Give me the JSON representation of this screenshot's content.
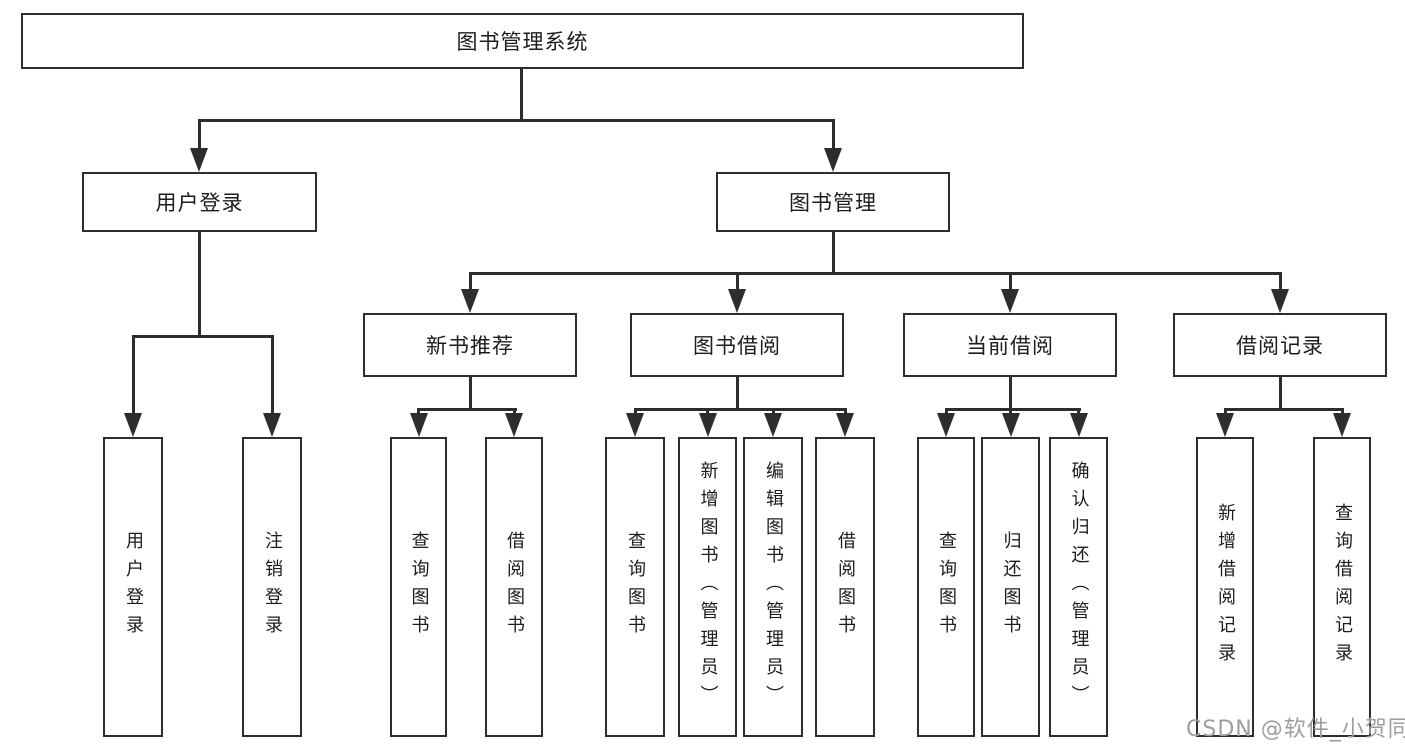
{
  "diagram_title": "图书管理系统",
  "tree": {
    "root": {
      "label": "图书管理系统"
    },
    "children": [
      {
        "label": "用户登录",
        "children": [
          {
            "label": "用户登录"
          },
          {
            "label": "注销登录"
          }
        ]
      },
      {
        "label": "图书管理",
        "children": [
          {
            "label": "新书推荐",
            "children": [
              {
                "label": "查询图书"
              },
              {
                "label": "借阅图书"
              }
            ]
          },
          {
            "label": "图书借阅",
            "children": [
              {
                "label": "查询图书"
              },
              {
                "label": "新增图书（管理员）"
              },
              {
                "label": "编辑图书（管理员）"
              },
              {
                "label": "借阅图书"
              }
            ]
          },
          {
            "label": "当前借阅",
            "children": [
              {
                "label": "查询图书"
              },
              {
                "label": "归还图书"
              },
              {
                "label": "确认归还（管理员）"
              }
            ]
          },
          {
            "label": "借阅记录",
            "children": [
              {
                "label": "新增借阅记录"
              },
              {
                "label": "查询借阅记录"
              }
            ]
          }
        ]
      }
    ]
  },
  "watermark": "CSDN @软件_小贺同学",
  "colors": {
    "line": "#2d2d2d",
    "box_background": "#ffffff",
    "watermark": "#9e9e9e"
  }
}
